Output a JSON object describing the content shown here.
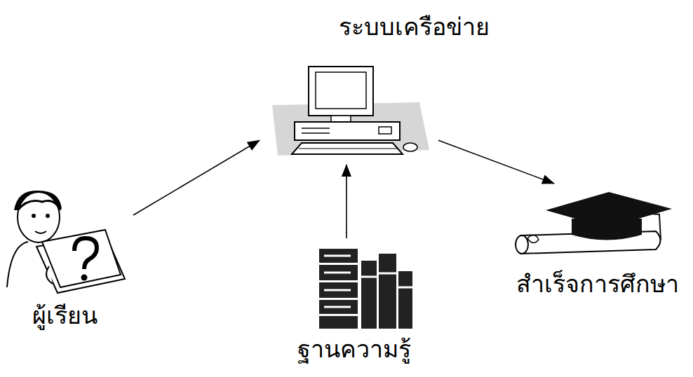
{
  "diagram": {
    "nodes": [
      {
        "text": [
          "ระบบเครือข่าย"
        ]
      },
      {
        "text": [
          "ผู้เรียน"
        ]
      },
      {
        "text": [
          "สำเร็จการศึกษา"
        ]
      },
      {
        "text": [
          "ฐานความรู้"
        ]
      }
    ],
    "edges": [
      {
        "from": 1,
        "to": 0,
        "arrow": "to"
      },
      {
        "from": 3,
        "to": 0,
        "arrow": "to"
      },
      {
        "from": 0,
        "to": 2,
        "arrow": "to"
      }
    ]
  }
}
